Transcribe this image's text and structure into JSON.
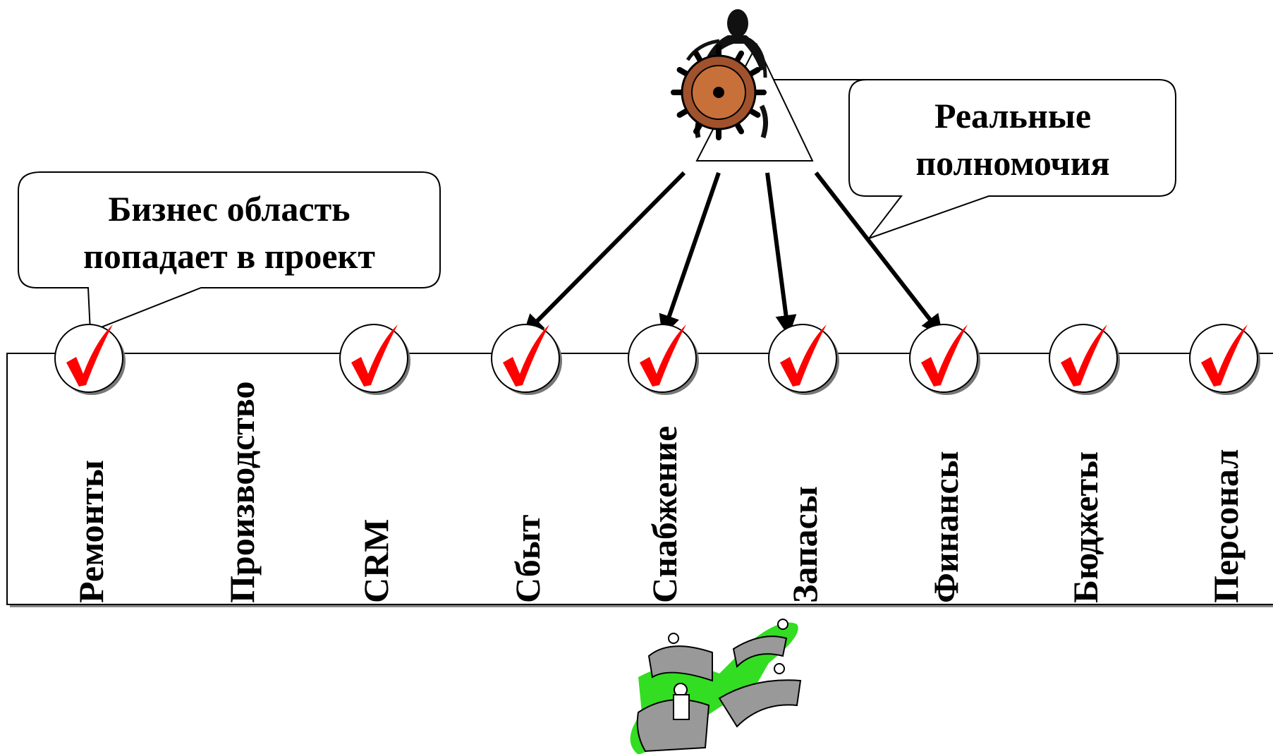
{
  "callouts": {
    "left": {
      "line1": "Бизнес область",
      "line2": "попадает в проект"
    },
    "right": {
      "line1": "Реальные",
      "line2": "полномочия"
    }
  },
  "areas": [
    {
      "label": "Ремонты",
      "checked": true
    },
    {
      "label": "Производство",
      "checked": false
    },
    {
      "label": "CRM",
      "checked": true
    },
    {
      "label": "Сбыт",
      "checked": true
    },
    {
      "label": "Снабжение",
      "checked": true
    },
    {
      "label": "Запасы",
      "checked": true
    },
    {
      "label": "Финансы",
      "checked": true
    },
    {
      "label": "Бюджеты",
      "checked": true
    },
    {
      "label": "Персонал",
      "checked": true
    }
  ],
  "colors": {
    "check": "#ff0000",
    "wheel": "#a0522d",
    "ground": "#33dd22",
    "stroke": "#000000"
  },
  "icons": {
    "top": "helmsman-wheel-icon",
    "bottom": "people-on-bridges-icon",
    "mark": "checkmark-icon"
  }
}
